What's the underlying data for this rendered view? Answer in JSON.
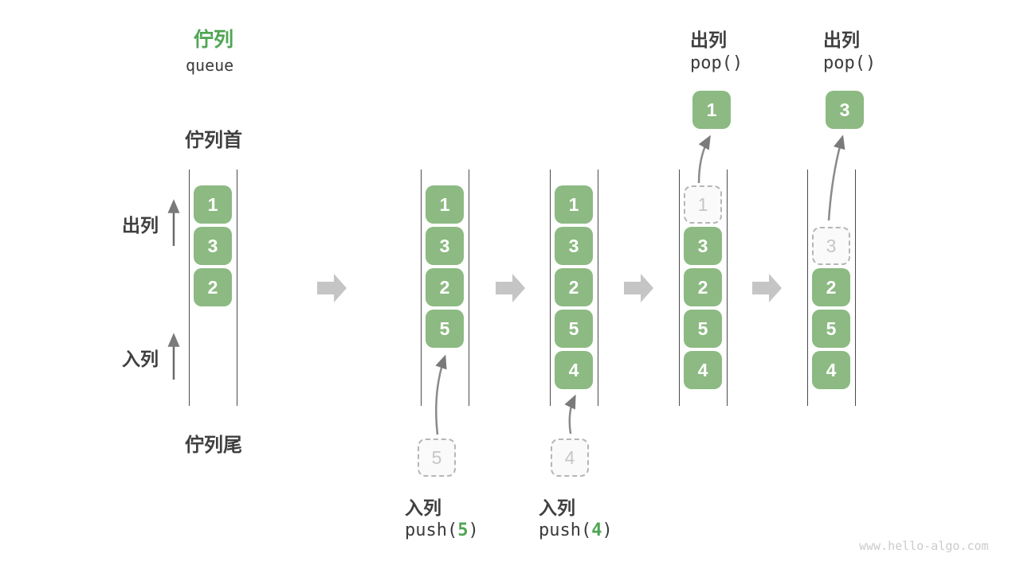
{
  "title": {
    "zh": "佇列",
    "en": "queue"
  },
  "labels": {
    "front": "佇列首",
    "rear": "佇列尾",
    "dequeue": "出列",
    "enqueue": "入列"
  },
  "columns": [
    {
      "slots": [
        {
          "value": "1"
        },
        {
          "value": "3"
        },
        {
          "value": "2"
        }
      ]
    },
    {
      "slots": [
        {
          "value": "1"
        },
        {
          "value": "3"
        },
        {
          "value": "2"
        },
        {
          "value": "5"
        }
      ]
    },
    {
      "slots": [
        {
          "value": "1"
        },
        {
          "value": "3"
        },
        {
          "value": "2"
        },
        {
          "value": "5"
        },
        {
          "value": "4"
        }
      ]
    },
    {
      "slots": [
        {
          "value": "1",
          "ghost": true
        },
        {
          "value": "3"
        },
        {
          "value": "2"
        },
        {
          "value": "5"
        },
        {
          "value": "4"
        }
      ]
    },
    {
      "slots": [
        {
          "value": "3",
          "ghost": true
        },
        {
          "value": "2"
        },
        {
          "value": "5"
        },
        {
          "value": "4"
        }
      ]
    }
  ],
  "operations": {
    "push_5": {
      "label": "入列",
      "fn_prefix": "push(",
      "arg": "5",
      "fn_suffix": ")",
      "incoming_value": "5"
    },
    "push_4": {
      "label": "入列",
      "fn_prefix": "push(",
      "arg": "4",
      "fn_suffix": ")",
      "incoming_value": "4"
    },
    "pop_first": {
      "label": "出列",
      "fn": "pop()",
      "popped_value": "1"
    },
    "pop_second": {
      "label": "出列",
      "fn": "pop()",
      "popped_value": "3"
    }
  },
  "colors": {
    "box_green": "#8CBA82",
    "accent_green": "#4FA553",
    "wall_gray": "#4B4B4B",
    "arrow_gray": "#8A8A8A",
    "block_arrow_gray": "#C5C5C5",
    "ghost_gray": "#C6C6C6"
  },
  "watermark": "www.hello-algo.com"
}
